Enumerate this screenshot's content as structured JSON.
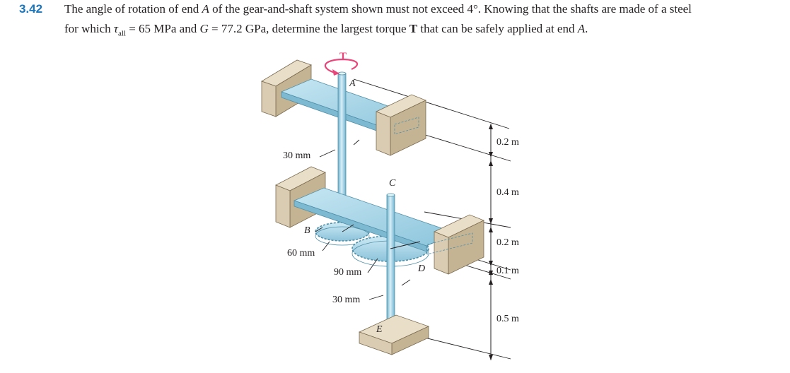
{
  "problem": {
    "number": "3.42",
    "line1": {
      "a": "The angle of rotation of end ",
      "a_var": "A",
      "b": " of the gear-and-shaft system shown must not exceed 4°. Knowing that the shafts are made of a steel"
    },
    "line2": {
      "a": "for which ",
      "tau": "τ",
      "tau_sub": "all",
      "b": " = 65 MPa and ",
      "g": "G",
      "c": " = 77.2 GPa, determine the largest torque ",
      "t": "T",
      "d": " that can be safely applied at end ",
      "e": "A",
      "f": "."
    }
  },
  "figure": {
    "torque_label": "T",
    "points": {
      "A": "A",
      "B": "B",
      "C": "C",
      "D": "D",
      "E": "E"
    },
    "diameters": {
      "upper_shaft": "30 mm",
      "gear_b": "60 mm",
      "gear_d": "90 mm",
      "lower_shaft": "30 mm"
    },
    "dimensions": [
      "0.2 m",
      "0.4 m",
      "0.2 m",
      "0.1 m",
      "0.5 m"
    ],
    "colors": {
      "shaft": "#9dd2e6",
      "support": "#d9ccb2",
      "torque_arrow": "#e8457a",
      "problem_number": "#1b75bc"
    }
  }
}
